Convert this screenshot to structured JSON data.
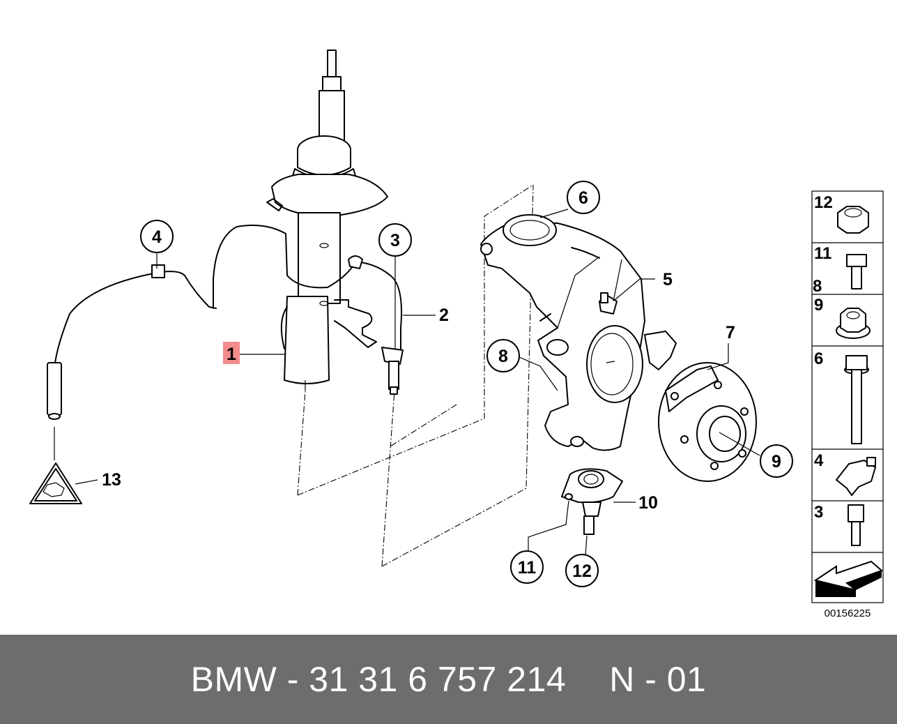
{
  "callouts": {
    "c1": "1",
    "c2": "2",
    "c3": "3",
    "c4": "4",
    "c5": "5",
    "c6": "6",
    "c7": "7",
    "c8": "8",
    "c9": "9",
    "c10": "10",
    "c11": "11",
    "c12": "12",
    "c13": "13"
  },
  "legend": {
    "items": [
      "12",
      "11",
      "8",
      "9",
      "6",
      "4",
      "3"
    ]
  },
  "diagram_id": "00156225",
  "footer": {
    "part_number": "BMW - 31 31 6 757 214",
    "index": "N - 01"
  },
  "colors": {
    "highlight": "#f28b8b",
    "footer_bg": "#6d6d6d",
    "footer_text": "#ffffff"
  }
}
